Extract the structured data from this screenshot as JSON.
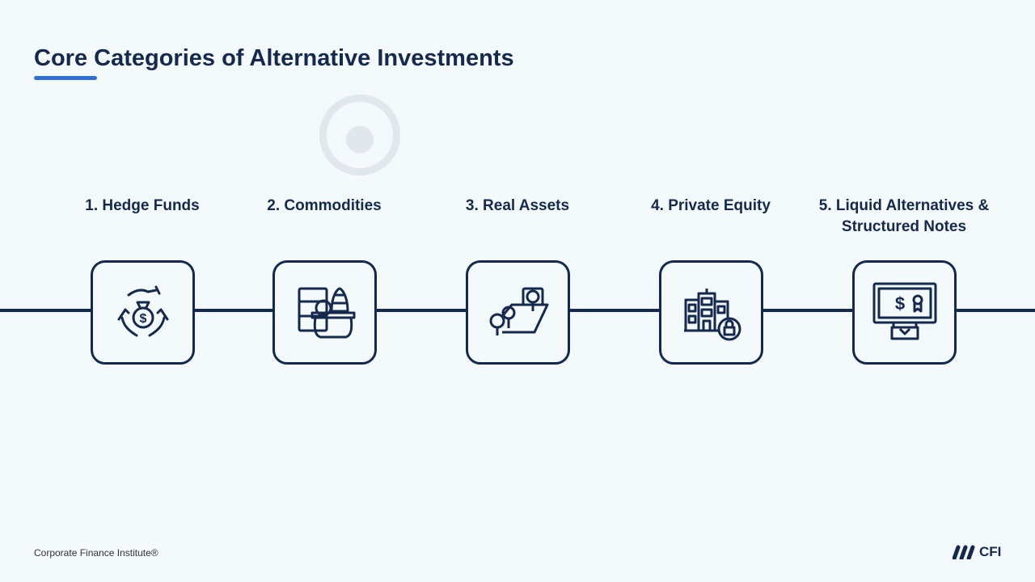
{
  "title": "Core Categories of Alternative Investments",
  "accent": "#2f6fd6",
  "items": [
    {
      "label": "1. Hedge Funds",
      "icon": "hands-money-bag-icon"
    },
    {
      "label": "2. Commodities",
      "icon": "barrel-grain-icon"
    },
    {
      "label": "3. Real Assets",
      "icon": "land-trees-icon"
    },
    {
      "label": "4. Private Equity",
      "icon": "building-lock-icon"
    },
    {
      "label": "5. Liquid Alternatives & Structured Notes",
      "icon": "certificate-money-icon"
    }
  ],
  "footer": "Corporate Finance Institute®",
  "logo_text": "CFI"
}
